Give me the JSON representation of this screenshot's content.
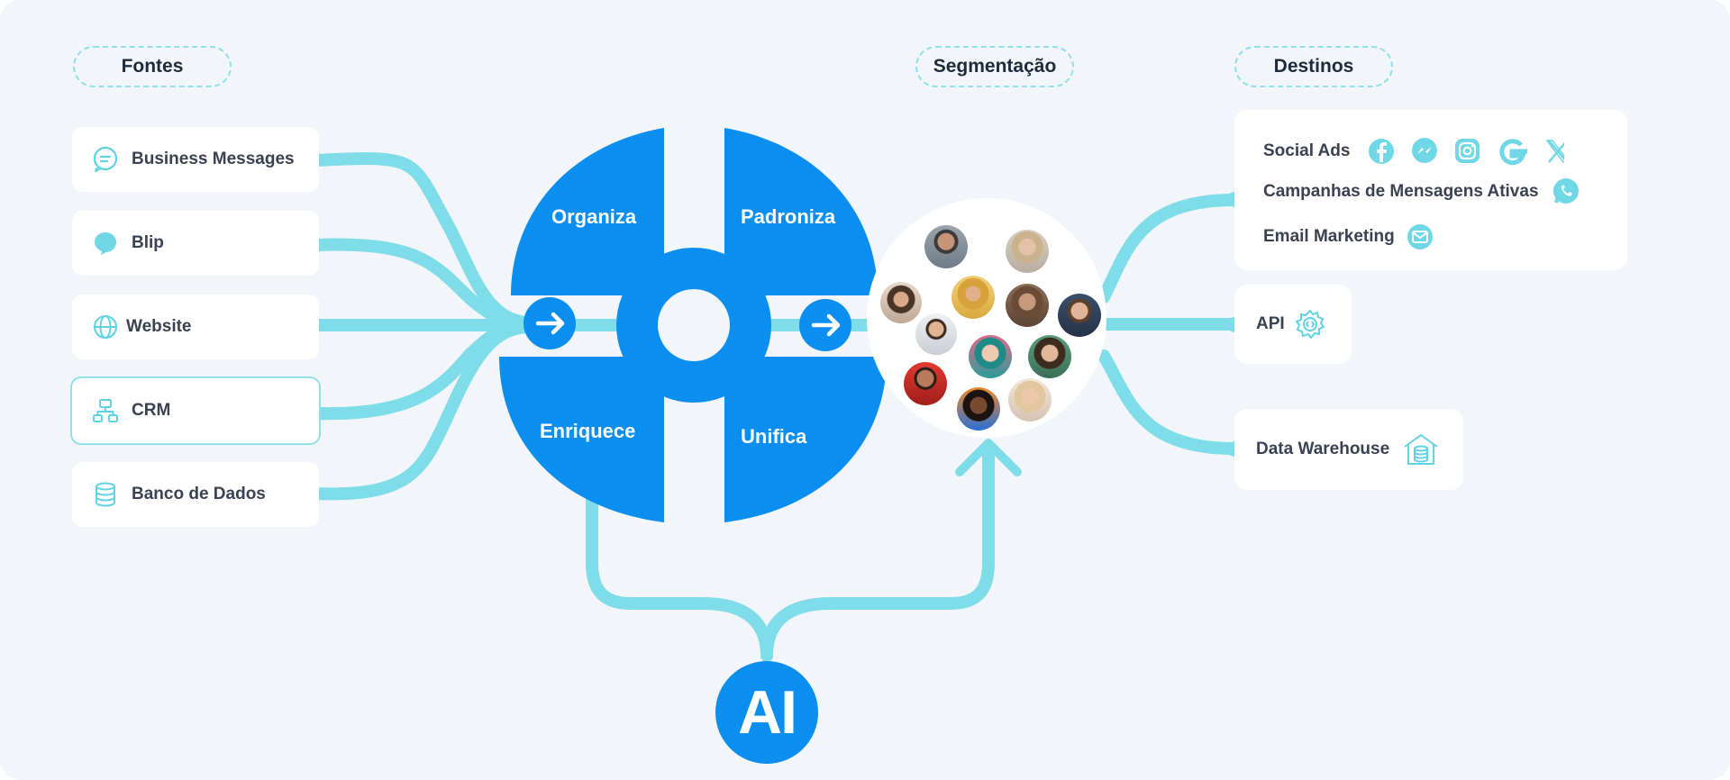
{
  "headers": {
    "sources": "Fontes",
    "segmentation": "Segmentação",
    "destinations": "Destinos"
  },
  "sources": [
    {
      "label": "Business Messages",
      "icon": "chat-bubble-icon"
    },
    {
      "label": "Blip",
      "icon": "blip-bubble-icon"
    },
    {
      "label": "Website",
      "icon": "globe-icon"
    },
    {
      "label": "CRM",
      "icon": "org-chart-icon"
    },
    {
      "label": "Banco de Dados",
      "icon": "database-icon"
    }
  ],
  "selected_source": "CRM",
  "process": {
    "organize": "Organiza",
    "standardize": "Padroniza",
    "enrich": "Enriquece",
    "unify": "Unifica"
  },
  "destinations": {
    "social_ads": {
      "label": "Social Ads",
      "icons": [
        "facebook-icon",
        "messenger-icon",
        "instagram-icon",
        "google-icon",
        "x-icon"
      ]
    },
    "active_campaigns": {
      "label": "Campanhas de Mensagens Ativas",
      "icon": "whatsapp-icon"
    },
    "email_marketing": {
      "label": "Email Marketing",
      "icon": "email-icon"
    },
    "api": {
      "label": "API",
      "icon": "api-gear-icon"
    },
    "data_warehouse": {
      "label": "Data Warehouse",
      "icon": "warehouse-icon"
    }
  },
  "ai_label": "AI",
  "colors": {
    "primary_blue": "#0a8ef0",
    "connector_cyan": "#7fdde9",
    "card_bg": "#ffffff",
    "background": "#f2f5fa",
    "text_dark": "#1f2a3a",
    "text_body": "#3a4252"
  }
}
